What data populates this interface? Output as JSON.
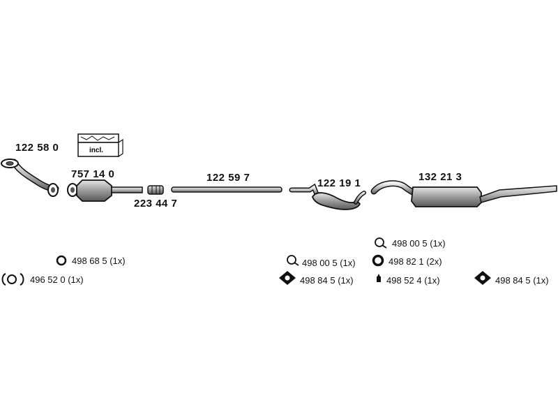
{
  "parts": {
    "front_pipe": "122 58 0",
    "catalyst": "757 14 0",
    "connector": "223 44 7",
    "middle_pipe": "122 59 7",
    "center_silencer": "122 19 1",
    "rear_silencer": "132 21 3"
  },
  "badge": {
    "text": "incl."
  },
  "accessories": {
    "ring_left": "498 68 5 (1x)",
    "gasket_set_left": "496 52 0 (1x)",
    "clamp_center": "498 00 5 (1x)",
    "hanger_center": "498 84 5 (1x)",
    "clamp_right_top": "498 00 5 (1x)",
    "ring_right": "498 82 1 (2x)",
    "rubber_right": "498 52 4 (1x)",
    "hanger_far_right": "498 84 5 (1x)"
  },
  "colors": {
    "line": "#111111",
    "fill": "#9a9a9a",
    "fill_light": "#d8d8d8",
    "background": "#ffffff"
  }
}
